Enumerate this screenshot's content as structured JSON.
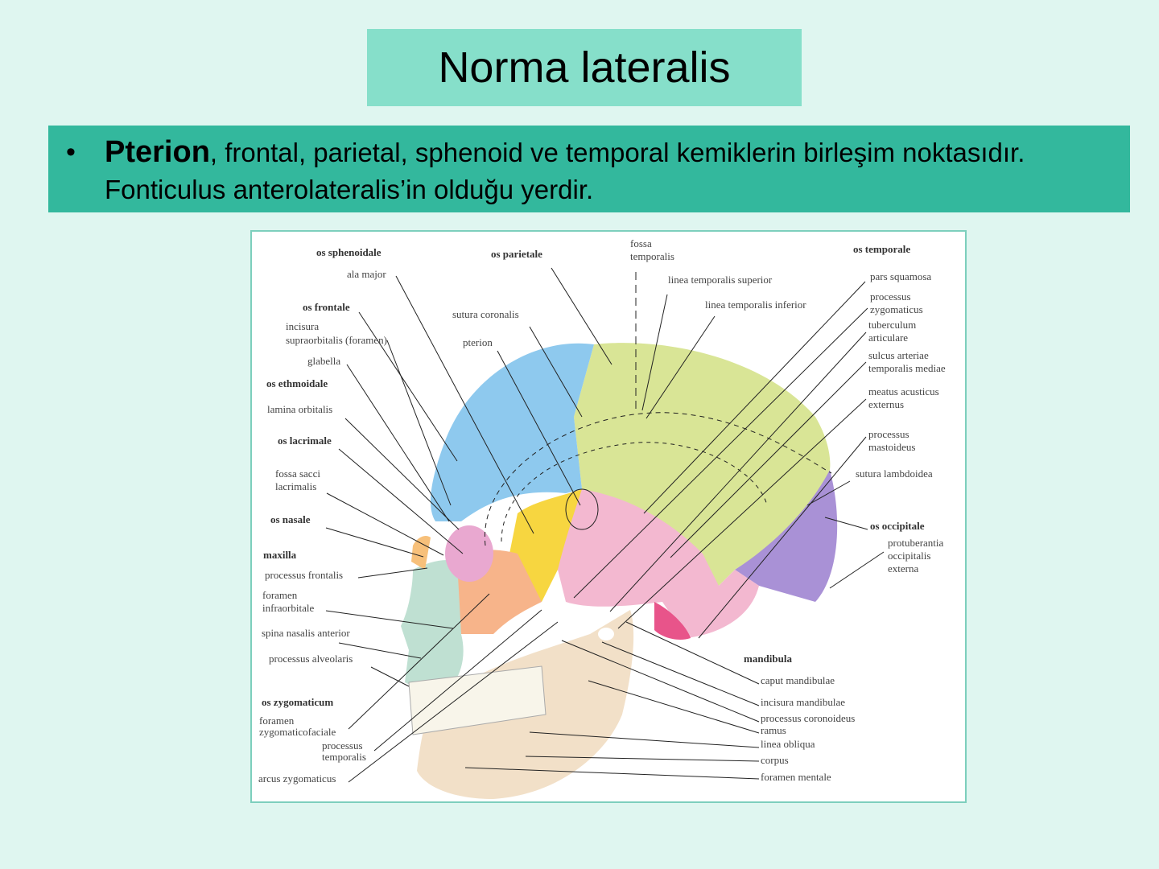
{
  "slide": {
    "title": "Norma lateralis",
    "bullet": {
      "marker": "•",
      "term": "Pterion",
      "text": ", frontal, parietal, sphenoid ve temporal kemiklerin birleşim noktasıdır. Fonticulus anterolateralis’in olduğu yerdir."
    }
  },
  "figure": {
    "colors": {
      "frontal": "#8ec9ee",
      "parietal": "#d9e596",
      "temporal": "#f3b8d0",
      "sphenoid": "#f7d640",
      "occipital": "#a991d6",
      "zygomatic": "#f7b48a",
      "maxilla": "#bfe0d2",
      "mandible": "#f2e0c8",
      "nasal": "#f7c07a",
      "teeth": "#f8f5ea"
    },
    "labels": {
      "os_sphenoidale": "os sphenoidale",
      "ala_major": "ala major",
      "os_frontale": "os frontale",
      "incisura_1": "incisura",
      "incisura_2": "supraorbitalis (foramen)",
      "glabella": "glabella",
      "os_ethmoidale": "os ethmoidale",
      "lamina_orbitalis": "lamina orbitalis",
      "os_lacrimale": "os lacrimale",
      "fossa_sacci_1": "fossa sacci",
      "fossa_sacci_2": "lacrimalis",
      "os_nasale": "os nasale",
      "maxilla": "maxilla",
      "processus_frontalis": "processus frontalis",
      "foramen_infra_1": "foramen",
      "foramen_infra_2": "infraorbitale",
      "spina_nasalis": "spina nasalis anterior",
      "processus_alveolaris": "processus alveolaris",
      "os_zygomaticum": "os zygomaticum",
      "foramen_zygo_1": "foramen",
      "foramen_zygo_2": "zygomaticofaciale",
      "processus_temporalis_1": "processus",
      "processus_temporalis_2": "temporalis",
      "arcus_zygomaticus": "arcus zygomaticus",
      "os_parietale": "os parietale",
      "sutura_coronalis": "sutura coronalis",
      "pterion": "pterion",
      "fossa_temporalis_1": "fossa",
      "fossa_temporalis_2": "temporalis",
      "linea_sup": "linea temporalis superior",
      "linea_inf": "linea temporalis  inferior",
      "os_temporale": "os temporale",
      "pars_squamosa": "pars squamosa",
      "processus_zygomaticus_1": "processus",
      "processus_zygomaticus_2": "zygomaticus",
      "tuberculum_1": "tuberculum",
      "tuberculum_2": "articulare",
      "sulcus_1": "sulcus arteriae",
      "sulcus_2": "temporalis mediae",
      "meatus_1": "meatus acusticus",
      "meatus_2": "externus",
      "mastoideus_1": "processus",
      "mastoideus_2": "mastoideus",
      "sutura_lambdoidea": "sutura lambdoidea",
      "os_occipitale": "os occipitale",
      "protuberantia_1": "protuberantia",
      "protuberantia_2": "occipitalis",
      "protuberantia_3": "externa",
      "mandibula": "mandibula",
      "caput_mandibulae": "caput  mandibulae",
      "incisura_mandibulae": "incisura mandibulae",
      "processus_coronoideus": "processus coronoideus",
      "ramus": "ramus",
      "linea_obliqua": "linea obliqua",
      "corpus": "corpus",
      "foramen_mentale": "foramen mentale"
    }
  }
}
